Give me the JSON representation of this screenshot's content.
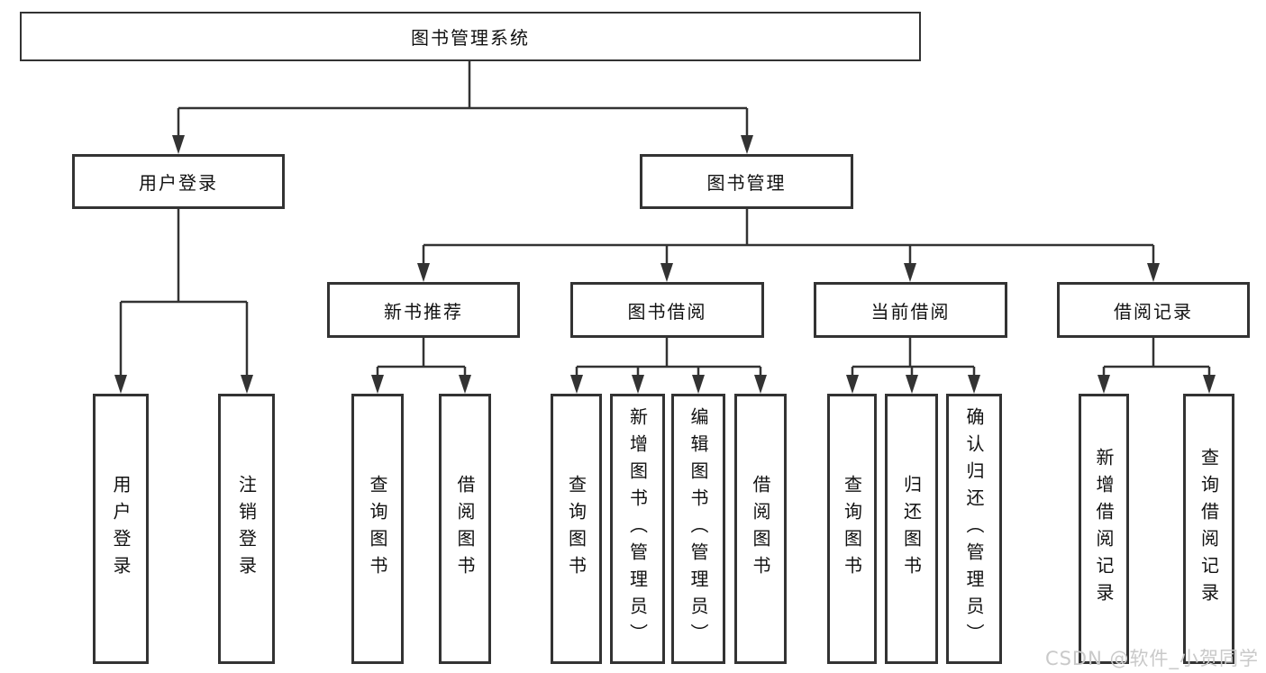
{
  "tree": {
    "root": {
      "label": "图书管理系统"
    },
    "level2": [
      {
        "label": "用户登录"
      },
      {
        "label": "图书管理"
      }
    ],
    "level3": [
      {
        "label": "新书推荐"
      },
      {
        "label": "图书借阅"
      },
      {
        "label": "当前借阅"
      },
      {
        "label": "借阅记录"
      }
    ],
    "leaves": {
      "user": [
        "用户登录",
        "注销登录"
      ],
      "newbook": [
        "查询图书",
        "借阅图书"
      ],
      "borrow": [
        "查询图书",
        "新增图书（管理员）",
        "编辑图书（管理员）",
        "借阅图书"
      ],
      "current": [
        "查询图书",
        "归还图书",
        "确认归还（管理员）"
      ],
      "record": [
        "新增借阅记录",
        "查询借阅记录"
      ]
    }
  },
  "watermark": {
    "text": "CSDN @软件_小贺同学"
  },
  "colors": {
    "line": "#333333",
    "box_border": "#333333",
    "box_fill": "#ffffff",
    "text": "#111111",
    "watermark": "#c9c9c9",
    "background": "#ffffff"
  }
}
